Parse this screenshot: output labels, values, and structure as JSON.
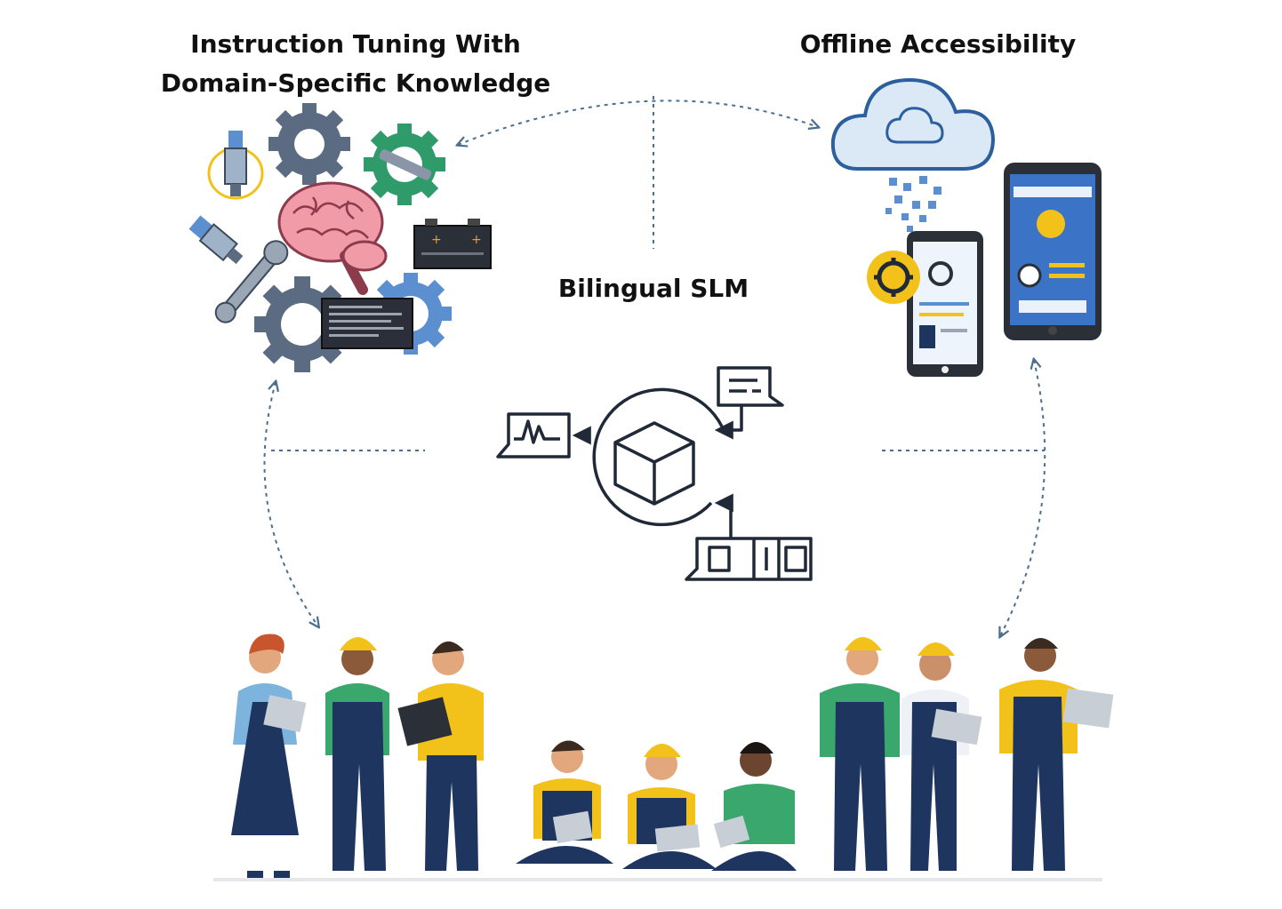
{
  "labels": {
    "instruction_tuning": "Instruction Tuning With Domain-Specific Knowledge",
    "instruction_tuning_line1": "Instruction Tuning With",
    "instruction_tuning_line2": "Domain-Specific Knowledge",
    "offline_accessibility": "Offline Accessibility",
    "bilingual_slm": "Bilingual SLM"
  },
  "colors": {
    "arrow": "#4a6f8f",
    "navy": "#1e3560",
    "worker_yellow": "#f2c21b",
    "worker_green": "#3aa76d",
    "gear_blue": "#5b8fd0",
    "gear_gray": "#5b6b82",
    "gear_green": "#2f9a6a",
    "brain_pink": "#f19aa8",
    "cloud_blue": "#dbe9f7"
  },
  "icons": [
    "gear-icon",
    "brain-icon",
    "spark-plug-icon",
    "wrench-icon",
    "battery-icon",
    "cloud-icon",
    "smartphone-icon",
    "cube-icon",
    "chat-bubble-icon",
    "waveform-icon",
    "binary-icon",
    "worker-icon"
  ]
}
